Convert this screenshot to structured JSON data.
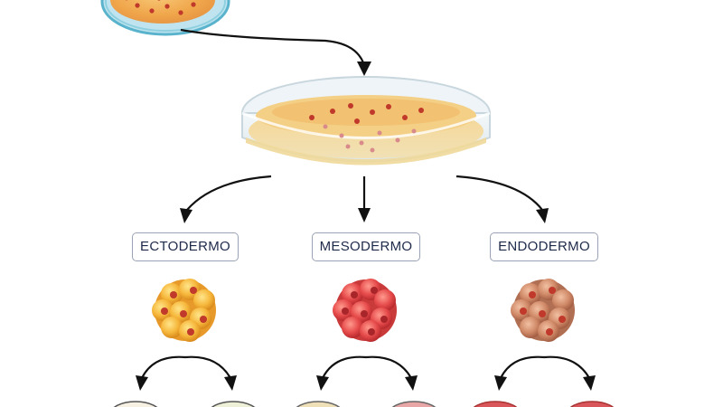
{
  "labels": {
    "ectoderm": "ECTODERMO",
    "mesoderm": "MESODERMO",
    "endoderm": "ENDODERMO"
  },
  "colors": {
    "ectoderm": "#f2a93b",
    "mesoderm": "#e04848",
    "endoderm": "#c9785a",
    "arrow": "#111111",
    "dish": "#e3eef3",
    "medium": "#f3cf8a",
    "blastocyst": "#7cc4d8"
  },
  "icons": {
    "blastocyst": "blastocyst-icon",
    "culture_dish": "petri-dish-icon",
    "cell_cluster": "cell-cluster-icon",
    "arrow": "arrow-icon"
  }
}
